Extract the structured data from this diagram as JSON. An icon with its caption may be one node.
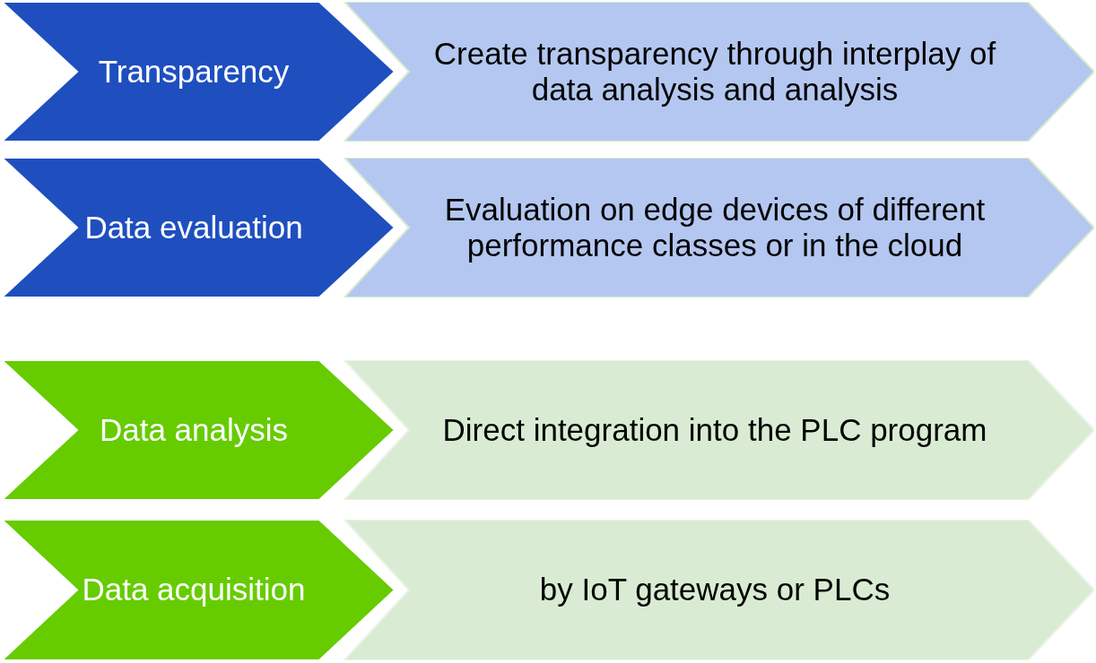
{
  "diagram": {
    "nodes": [
      {
        "text": [
          "Transparency"
        ]
      },
      {
        "text": [
          "Create transparency through interplay of data analysis and analysis"
        ]
      },
      {
        "text": [
          "Data evaluation"
        ]
      },
      {
        "text": [
          "Evaluation on edge devices of different performance classes or in the cloud"
        ]
      },
      {
        "text": [
          "Data analysis"
        ]
      },
      {
        "text": [
          "Direct integration into the PLC program"
        ]
      },
      {
        "text": [
          "Data acquisition"
        ]
      },
      {
        "text": [
          "by IoT gateways or PLCs"
        ]
      }
    ]
  }
}
